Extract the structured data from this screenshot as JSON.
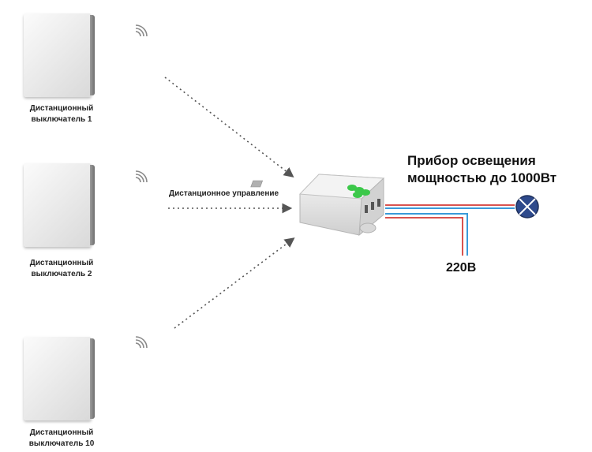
{
  "switches": [
    {
      "label_line1": "Дистанционный",
      "label_line2": "выключатель 1"
    },
    {
      "label_line1": "Дистанционный",
      "label_line2": "выключатель 2"
    },
    {
      "label_line1": "Дистанционный",
      "label_line2": "выключатель 10"
    }
  ],
  "remote_control_label": "Дистанционное управление",
  "lamp_label_line1": "Прибор освещения",
  "lamp_label_line2": "мощностью до 1000Вт",
  "voltage_label": "220В",
  "colors": {
    "wire_red": "#d9534f",
    "wire_blue": "#3a9ad9",
    "lamp_fill": "#2e4a8c",
    "relay_leds": "#3cc84a"
  },
  "icons": [
    "wireless-signal-icon",
    "light-bulb-icon",
    "relay-module-icon"
  ]
}
